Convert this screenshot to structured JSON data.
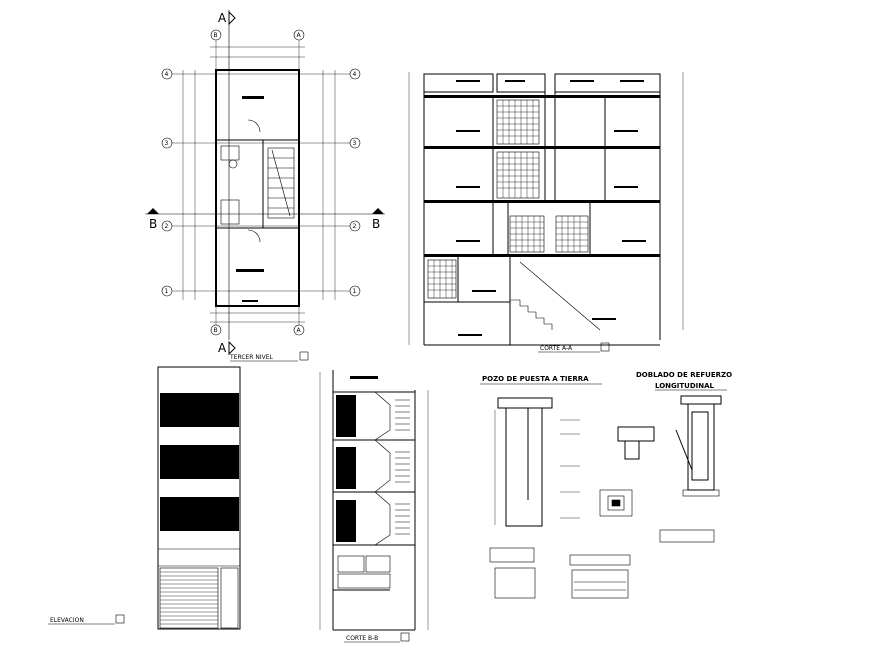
{
  "plan": {
    "section_marker_top": "A",
    "section_marker_bottom": "A",
    "section_marker_left": "B",
    "section_marker_right": "B",
    "axis_numbers": [
      "4",
      "3",
      "2",
      "1"
    ],
    "axis_letters": [
      "B",
      "A"
    ],
    "title": "TERCER NIVEL"
  },
  "section_aa": {
    "title": "CORTE A-A"
  },
  "elevation": {
    "title": "ELEVACION"
  },
  "section_bb": {
    "title": "CORTE B-B"
  },
  "grounding": {
    "title": "POZO DE PUESTA A TIERRA"
  },
  "rebar": {
    "title_line1": "DOBLADO DE REFUERZO",
    "title_line2": "LONGITUDINAL"
  }
}
